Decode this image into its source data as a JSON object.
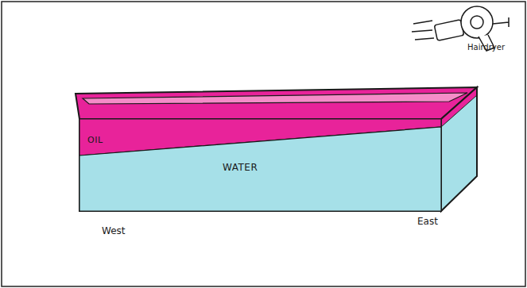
{
  "diagram": {
    "nodes": [
      {
        "text": [
          "OIL"
        ]
      },
      {
        "text": [
          "WATER"
        ]
      }
    ],
    "labels": [
      "Hairdryer",
      "West",
      "East"
    ]
  }
}
